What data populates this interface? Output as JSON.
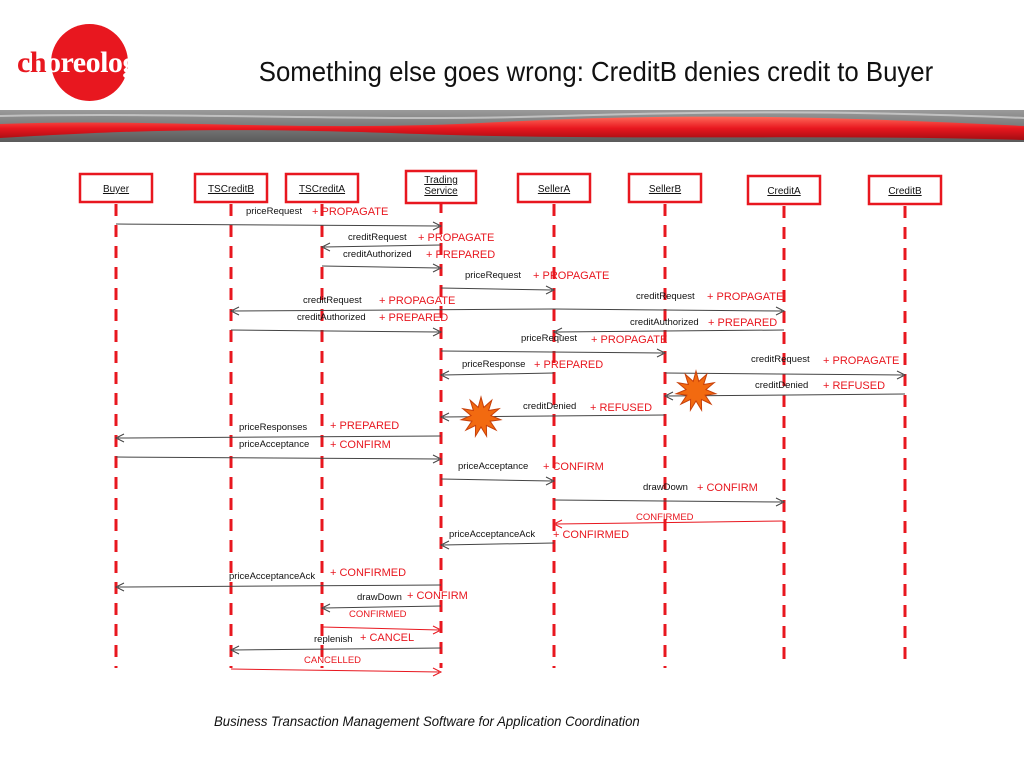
{
  "logo": {
    "text_part1": "ch",
    "text_part2": "oreology"
  },
  "title": "Something else goes wrong: CreditB denies credit to Buyer",
  "footer": "Business Transaction Management Software for Application Coordination",
  "colors": {
    "accent": "#e8171f",
    "line": "#444444",
    "label": "#111111"
  },
  "participants": [
    {
      "id": "buyer",
      "label": "Buyer"
    },
    {
      "id": "tscreditb",
      "label": "TSCreditB"
    },
    {
      "id": "tscredita",
      "label": "TSCreditA"
    },
    {
      "id": "trading",
      "label": "Trading\nService"
    },
    {
      "id": "sellera",
      "label": "SellerA"
    },
    {
      "id": "sellerb",
      "label": "SellerB"
    },
    {
      "id": "credita",
      "label": "CreditA"
    },
    {
      "id": "creditb",
      "label": "CreditB"
    }
  ],
  "messages": [
    {
      "from": "buyer",
      "to": "trading",
      "label": "priceRequest",
      "status": "+ PROPAGATE"
    },
    {
      "from": "trading",
      "to": "tscredita",
      "label": "creditRequest",
      "status": "+ PROPAGATE"
    },
    {
      "from": "tscredita",
      "to": "trading",
      "label": "creditAuthorized",
      "status": "+ PREPARED"
    },
    {
      "from": "trading",
      "to": "sellera",
      "label": "priceRequest",
      "status": "+ PROPAGATE"
    },
    {
      "from": "sellera",
      "to": "credita",
      "label": "creditRequest",
      "status": "+ PROPAGATE"
    },
    {
      "from": "sellera",
      "to": "tscreditb",
      "label": "creditRequest",
      "status": "+ PROPAGATE"
    },
    {
      "from": "credita",
      "to": "sellera",
      "label": "creditAuthorized",
      "status": "+ PREPARED"
    },
    {
      "from": "tscreditb",
      "to": "trading",
      "label": "creditAuthorized",
      "status": "+ PREPARED"
    },
    {
      "from": "trading",
      "to": "sellerb",
      "label": "priceRequest",
      "status": "+ PROPAGATE"
    },
    {
      "from": "sellera",
      "to": "trading",
      "label": "priceResponse",
      "status": "+ PREPARED"
    },
    {
      "from": "sellerb",
      "to": "creditb",
      "label": "creditRequest",
      "status": "+ PROPAGATE"
    },
    {
      "from": "creditb",
      "to": "sellerb",
      "label": "creditDenied",
      "status": "+ REFUSED"
    },
    {
      "from": "sellerb",
      "to": "trading",
      "label": "creditDenied",
      "status": "+ REFUSED"
    },
    {
      "from": "trading",
      "to": "buyer",
      "label": "priceResponses",
      "status": "+ PREPARED"
    },
    {
      "from": "buyer",
      "to": "trading",
      "label": "priceAcceptance",
      "status": "+ CONFIRM"
    },
    {
      "from": "trading",
      "to": "sellera",
      "label": "priceAcceptance",
      "status": "+ CONFIRM"
    },
    {
      "from": "sellera",
      "to": "credita",
      "label": "drawDown",
      "status": "+ CONFIRM"
    },
    {
      "from": "credita",
      "to": "sellera",
      "label": "",
      "status": "CONFIRMED"
    },
    {
      "from": "sellera",
      "to": "trading",
      "label": "priceAcceptanceAck",
      "status": "+ CONFIRMED"
    },
    {
      "from": "trading",
      "to": "buyer",
      "label": "priceAcceptanceAck",
      "status": "+ CONFIRMED"
    },
    {
      "from": "trading",
      "to": "tscredita",
      "label": "drawDown",
      "status": "+ CONFIRM"
    },
    {
      "from": "tscredita",
      "to": "trading",
      "label": "",
      "status": "CONFIRMED"
    },
    {
      "from": "trading",
      "to": "tscreditb",
      "label": "replenish",
      "status": "+ CANCEL"
    },
    {
      "from": "tscreditb",
      "to": "trading",
      "label": "",
      "status": "CANCELLED"
    }
  ],
  "failures": [
    {
      "between": [
        "sellerb",
        "credita"
      ],
      "name": "credit-denied-starburst-sellerb"
    },
    {
      "between": [
        "trading",
        "sellera"
      ],
      "name": "credit-denied-starburst-trading"
    }
  ]
}
